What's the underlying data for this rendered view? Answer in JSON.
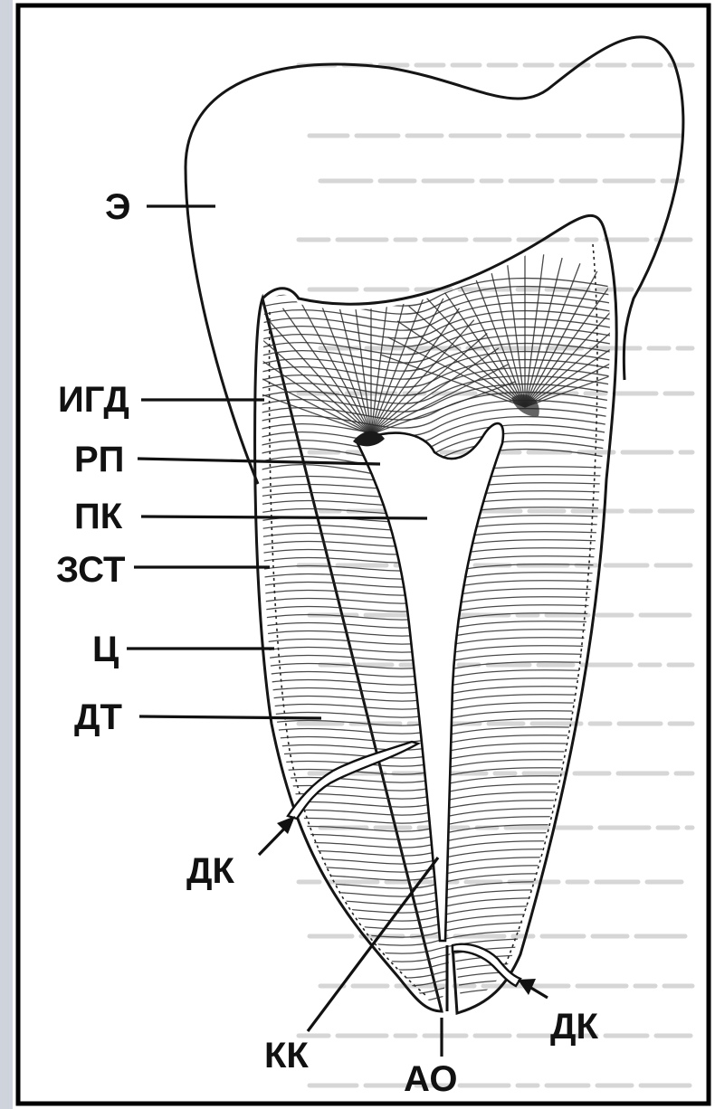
{
  "labels": {
    "enamel": "Э",
    "igd": "ИГД",
    "rp": "РП",
    "pk": "ПК",
    "zst": "ЗСТ",
    "cementum": "Ц",
    "dt": "ДТ",
    "dk_left": "ДК",
    "kk": "КК",
    "ao": "АО",
    "dk_right": "ДК"
  },
  "colors": {
    "ink": "#111111",
    "paper": "#ffffff",
    "frame": "#000000",
    "left_strip": "#cfd3dc"
  }
}
